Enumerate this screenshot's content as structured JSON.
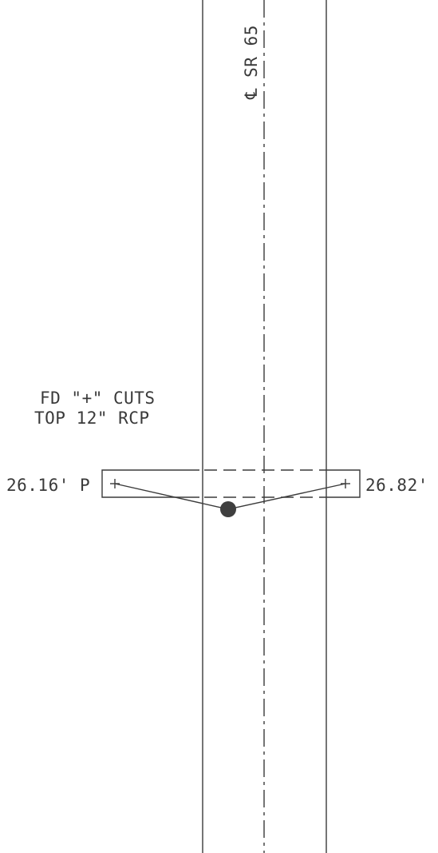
{
  "centerline_label": "℄ SR 65",
  "note": {
    "line1": "FD \"+\" CUTS",
    "line2": "TOP 12\" RCP"
  },
  "left_measure": "26.16' P",
  "right_measure": "26.82'",
  "colors": {
    "ink": "#3a3a3a",
    "marker": "#3f3f3f"
  }
}
